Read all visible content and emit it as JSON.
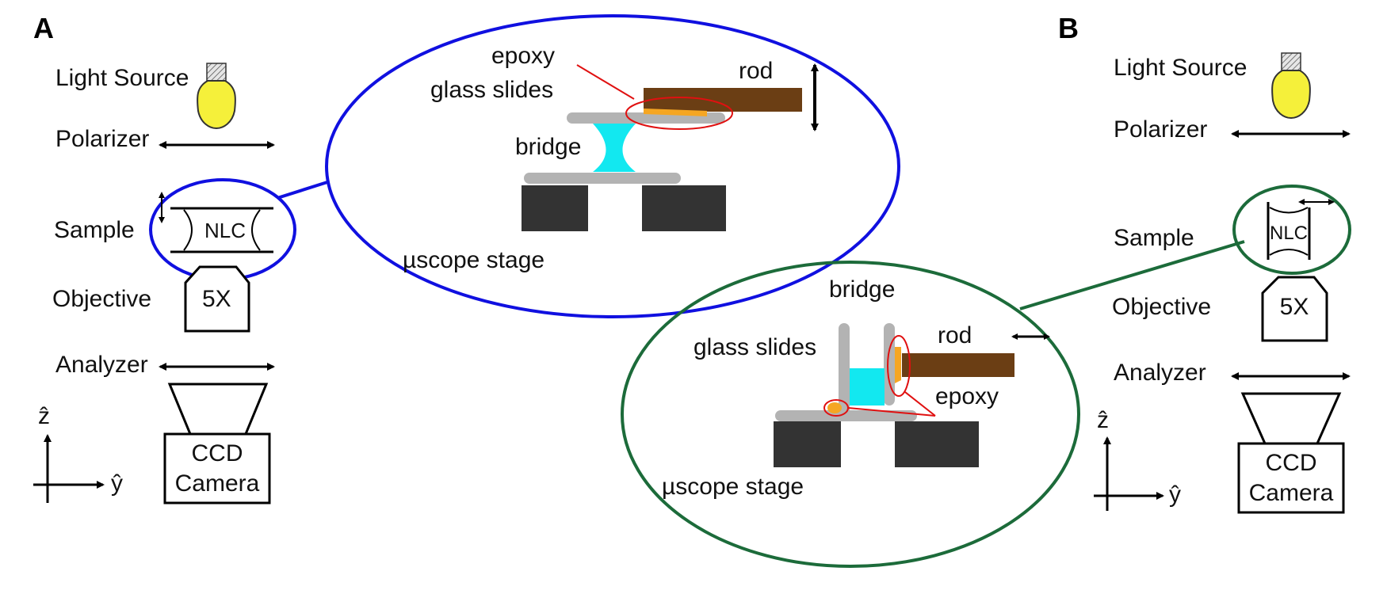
{
  "panel_a": {
    "letter": "A",
    "light_source": "Light Source",
    "polarizer": "Polarizer",
    "sample": "Sample",
    "sample_cell": "NLC",
    "objective": "Objective",
    "objective_mag": "5X",
    "analyzer": "Analyzer",
    "camera_line1": "CCD",
    "camera_line2": "Camera",
    "axis_z": "ẑ",
    "axis_y": "ŷ"
  },
  "panel_b": {
    "letter": "B",
    "light_source": "Light Source",
    "polarizer": "Polarizer",
    "sample": "Sample",
    "sample_cell": "NLC",
    "objective": "Objective",
    "objective_mag": "5X",
    "analyzer": "Analyzer",
    "camera_line1": "CCD",
    "camera_line2": "Camera",
    "axis_z": "ẑ",
    "axis_y": "ŷ"
  },
  "zoom_a": {
    "epoxy": "epoxy",
    "glass_slides": "glass slides",
    "rod": "rod",
    "bridge": "bridge",
    "stage": "µscope stage"
  },
  "zoom_b": {
    "bridge": "bridge",
    "glass_slides": "glass slides",
    "rod": "rod",
    "epoxy": "epoxy",
    "stage": "µscope stage"
  },
  "colors": {
    "zoom_a_outline": "#1010e0",
    "zoom_b_outline": "#1c6b3a",
    "bridge_liquid": "#12e8f0",
    "epoxy": "#f5a623",
    "rod": "#6b3e14",
    "glass": "#b3b3b3",
    "stage": "#333333",
    "bulb": "#f5f03a",
    "callout": "#e01010"
  }
}
